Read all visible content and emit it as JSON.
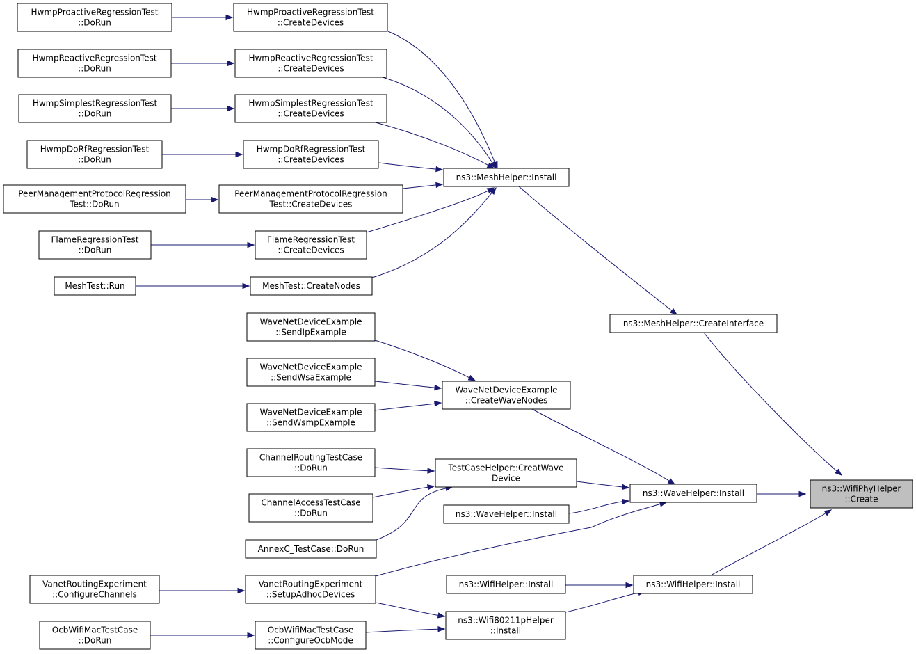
{
  "diagram": {
    "root": "root",
    "nodes": [
      {
        "id": "root",
        "lines": [
          "ns3::WifiPhyHelper",
          "::Create"
        ],
        "highlight": true
      },
      {
        "id": "mesh_install",
        "lines": [
          "ns3::MeshHelper::Install"
        ]
      },
      {
        "id": "mesh_createif",
        "lines": [
          "ns3::MeshHelper::CreateInterface"
        ]
      },
      {
        "id": "wave_install",
        "lines": [
          "ns3::WaveHelper::Install"
        ]
      },
      {
        "id": "wave_install2",
        "lines": [
          "ns3::WaveHelper::Install"
        ]
      },
      {
        "id": "wifi_install",
        "lines": [
          "ns3::WifiHelper::Install"
        ]
      },
      {
        "id": "wifi_install2",
        "lines": [
          "ns3::WifiHelper::Install"
        ]
      },
      {
        "id": "wifi80211p",
        "lines": [
          "ns3::Wifi80211pHelper",
          "::Install"
        ]
      },
      {
        "id": "hpro_cd",
        "lines": [
          "HwmpProactiveRegressionTest",
          "::CreateDevices"
        ]
      },
      {
        "id": "hpro_dr",
        "lines": [
          "HwmpProactiveRegressionTest",
          "::DoRun"
        ]
      },
      {
        "id": "hrea_cd",
        "lines": [
          "HwmpReactiveRegressionTest",
          "::CreateDevices"
        ]
      },
      {
        "id": "hrea_dr",
        "lines": [
          "HwmpReactiveRegressionTest",
          "::DoRun"
        ]
      },
      {
        "id": "hsim_cd",
        "lines": [
          "HwmpSimplestRegressionTest",
          "::CreateDevices"
        ]
      },
      {
        "id": "hsim_dr",
        "lines": [
          "HwmpSimplestRegressionTest",
          "::DoRun"
        ]
      },
      {
        "id": "hdrf_cd",
        "lines": [
          "HwmpDoRfRegressionTest",
          "::CreateDevices"
        ]
      },
      {
        "id": "hdrf_dr",
        "lines": [
          "HwmpDoRfRegressionTest",
          "::DoRun"
        ]
      },
      {
        "id": "pmp_cd",
        "lines": [
          "PeerManagementProtocolRegression",
          "Test::CreateDevices"
        ]
      },
      {
        "id": "pmp_dr",
        "lines": [
          "PeerManagementProtocolRegression",
          "Test::DoRun"
        ]
      },
      {
        "id": "flame_cd",
        "lines": [
          "FlameRegressionTest",
          "::CreateDevices"
        ]
      },
      {
        "id": "flame_dr",
        "lines": [
          "FlameRegressionTest",
          "::DoRun"
        ]
      },
      {
        "id": "meshtest_cn",
        "lines": [
          "MeshTest::CreateNodes"
        ]
      },
      {
        "id": "meshtest_run",
        "lines": [
          "MeshTest::Run"
        ]
      },
      {
        "id": "wnde_cwn",
        "lines": [
          "WaveNetDeviceExample",
          "::CreateWaveNodes"
        ]
      },
      {
        "id": "wnde_ip",
        "lines": [
          "WaveNetDeviceExample",
          "::SendIpExample"
        ]
      },
      {
        "id": "wnde_wsa",
        "lines": [
          "WaveNetDeviceExample",
          "::SendWsaExample"
        ]
      },
      {
        "id": "wnde_wsmp",
        "lines": [
          "WaveNetDeviceExample",
          "::SendWsmpExample"
        ]
      },
      {
        "id": "tch_cwd",
        "lines": [
          "TestCaseHelper::CreatWave",
          "Device"
        ]
      },
      {
        "id": "crtc",
        "lines": [
          "ChannelRoutingTestCase",
          "::DoRun"
        ]
      },
      {
        "id": "catc",
        "lines": [
          "ChannelAccessTestCase",
          "::DoRun"
        ]
      },
      {
        "id": "annexc",
        "lines": [
          "AnnexC_TestCase::DoRun"
        ]
      },
      {
        "id": "vre_sad",
        "lines": [
          "VanetRoutingExperiment",
          "::SetupAdhocDevices"
        ]
      },
      {
        "id": "vre_cc",
        "lines": [
          "VanetRoutingExperiment",
          "::ConfigureChannels"
        ]
      },
      {
        "id": "owm_com",
        "lines": [
          "OcbWifiMacTestCase",
          "::ConfigureOcbMode"
        ]
      },
      {
        "id": "owm_dr",
        "lines": [
          "OcbWifiMacTestCase",
          "::DoRun"
        ]
      }
    ],
    "edges": [
      {
        "from": "mesh_createif",
        "to": "root"
      },
      {
        "from": "wave_install",
        "to": "root"
      },
      {
        "from": "wifi_install",
        "to": "root"
      },
      {
        "from": "mesh_install",
        "to": "mesh_createif"
      },
      {
        "from": "hpro_cd",
        "to": "mesh_install"
      },
      {
        "from": "hrea_cd",
        "to": "mesh_install"
      },
      {
        "from": "hsim_cd",
        "to": "mesh_install"
      },
      {
        "from": "hdrf_cd",
        "to": "mesh_install"
      },
      {
        "from": "pmp_cd",
        "to": "mesh_install"
      },
      {
        "from": "flame_cd",
        "to": "mesh_install"
      },
      {
        "from": "meshtest_cn",
        "to": "mesh_install"
      },
      {
        "from": "hpro_dr",
        "to": "hpro_cd"
      },
      {
        "from": "hrea_dr",
        "to": "hrea_cd"
      },
      {
        "from": "hsim_dr",
        "to": "hsim_cd"
      },
      {
        "from": "hdrf_dr",
        "to": "hdrf_cd"
      },
      {
        "from": "pmp_dr",
        "to": "pmp_cd"
      },
      {
        "from": "flame_dr",
        "to": "flame_cd"
      },
      {
        "from": "meshtest_run",
        "to": "meshtest_cn"
      },
      {
        "from": "wnde_cwn",
        "to": "wave_install"
      },
      {
        "from": "tch_cwd",
        "to": "wave_install"
      },
      {
        "from": "wave_install2",
        "to": "wave_install"
      },
      {
        "from": "vre_sad",
        "to": "wave_install"
      },
      {
        "from": "wnde_ip",
        "to": "wnde_cwn"
      },
      {
        "from": "wnde_wsa",
        "to": "wnde_cwn"
      },
      {
        "from": "wnde_wsmp",
        "to": "wnde_cwn"
      },
      {
        "from": "crtc",
        "to": "tch_cwd"
      },
      {
        "from": "catc",
        "to": "tch_cwd"
      },
      {
        "from": "annexc",
        "to": "tch_cwd"
      },
      {
        "from": "vre_cc",
        "to": "vre_sad"
      },
      {
        "from": "wifi_install2",
        "to": "wifi_install"
      },
      {
        "from": "wifi80211p",
        "to": "wifi_install"
      },
      {
        "from": "vre_sad",
        "to": "wifi80211p"
      },
      {
        "from": "owm_com",
        "to": "wifi80211p"
      },
      {
        "from": "owm_dr",
        "to": "owm_com"
      }
    ]
  }
}
